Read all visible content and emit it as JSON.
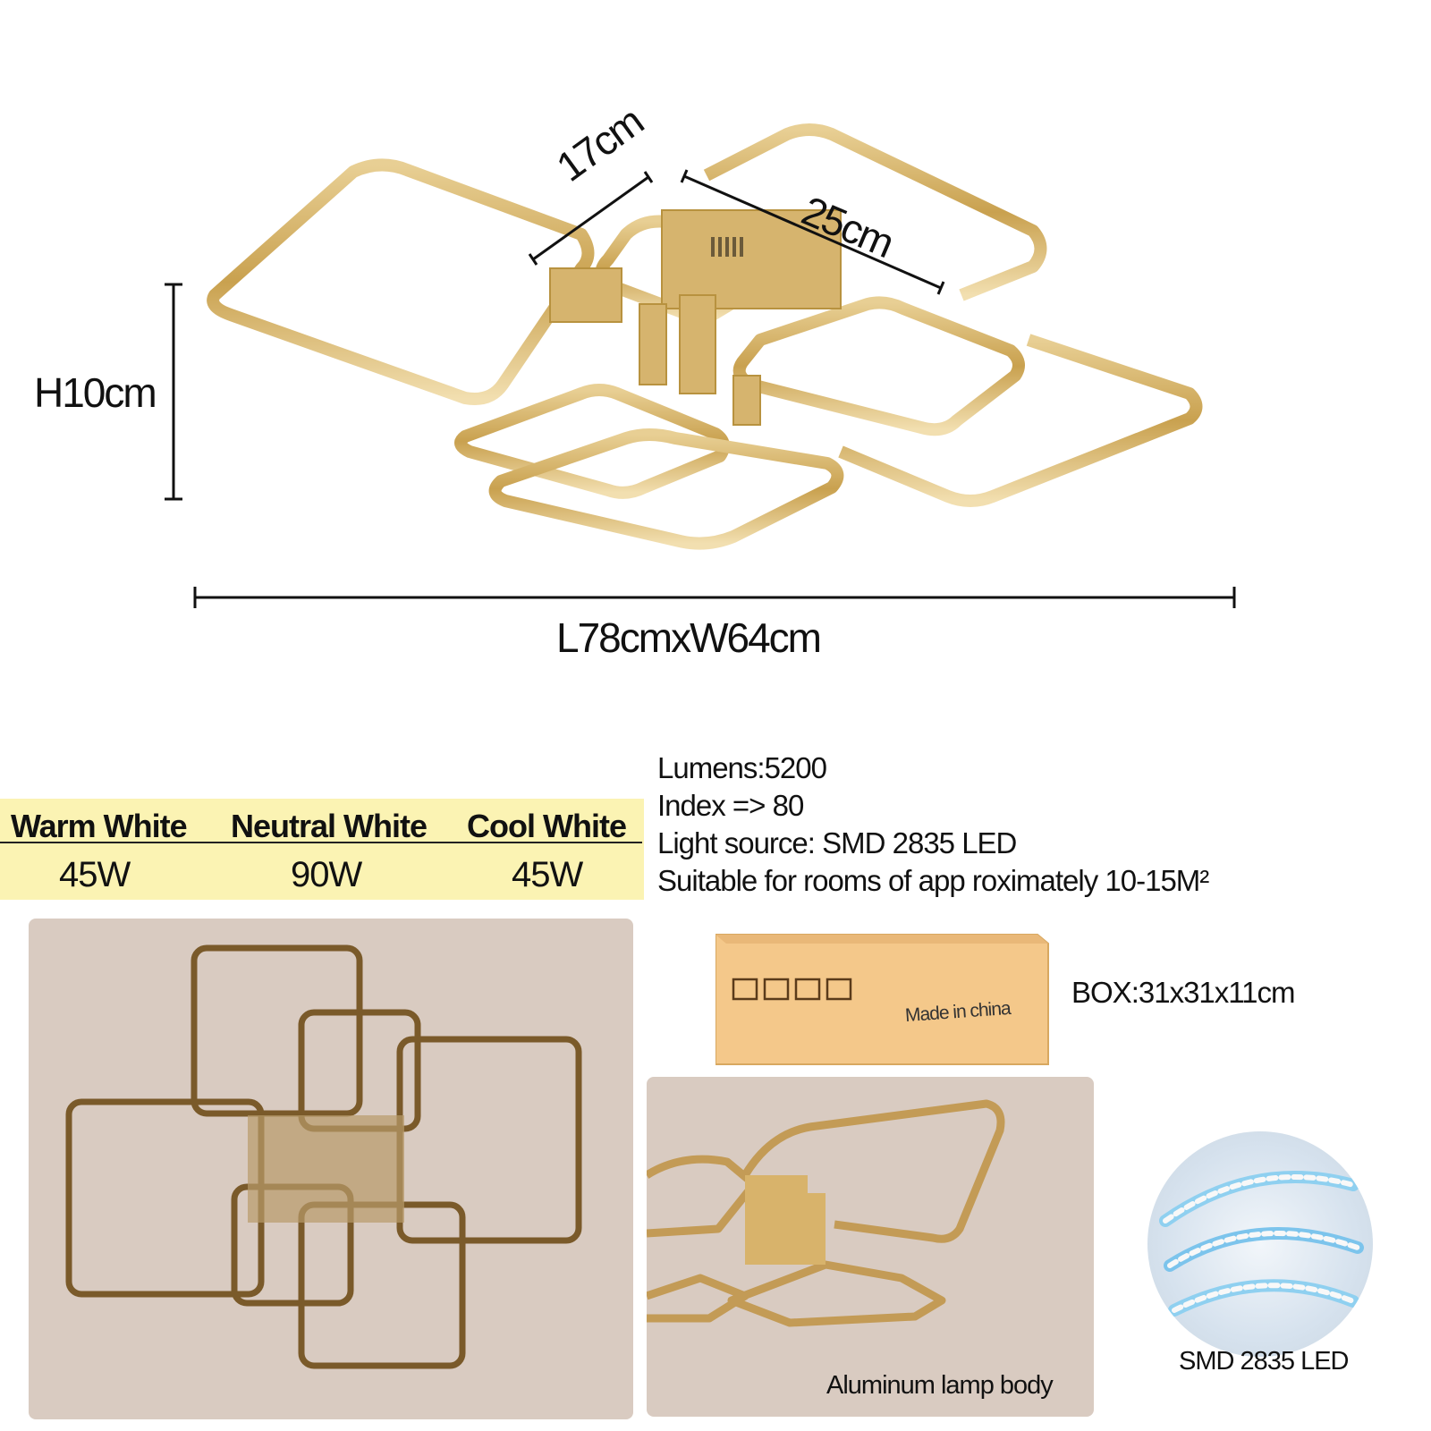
{
  "dimensions": {
    "depth": "17cm",
    "width": "25cm",
    "height": "H10cm",
    "length": "L78cmxW64cm"
  },
  "specs": {
    "lumens": "Lumens:5200",
    "index": "Index => 80",
    "light_source": "Light source: SMD 2835 LED",
    "rooms": "Suitable for rooms of app roximately 10-15M²"
  },
  "color_temps": [
    {
      "name": "Warm White",
      "watt": "45W"
    },
    {
      "name": "Neutral White",
      "watt": "90W"
    },
    {
      "name": "Cool White",
      "watt": "45W"
    }
  ],
  "box": {
    "label": "Made in china",
    "size": "BOX:31x31x11cm"
  },
  "captions": {
    "body": "Aluminum lamp body",
    "led": "SMD 2835 LED"
  },
  "colors": {
    "gold": "#c9a45a",
    "band": "#fbf3b3",
    "box": "#f4c88a"
  }
}
